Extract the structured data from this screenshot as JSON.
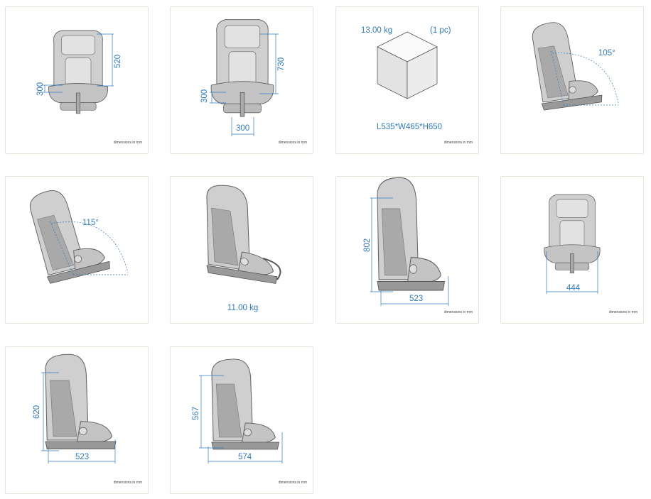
{
  "colors": {
    "dimension": "#2f7bc4",
    "seat_fill": "#c9c9c9",
    "seat_stroke": "#666666",
    "card_border": "#e6e4d8"
  },
  "dimensions_note": "dimensions in mm",
  "cards": [
    {
      "view": "front",
      "labels": {
        "height": "520",
        "seat": "300"
      }
    },
    {
      "view": "front-extended",
      "labels": {
        "height": "730",
        "seat": "300",
        "width": "300"
      }
    },
    {
      "view": "package",
      "labels": {
        "weight": "13.00 kg",
        "qty": "(1 pc)",
        "size": "L535*W465*H650"
      }
    },
    {
      "view": "side-recline",
      "labels": {
        "angle": "105°"
      }
    },
    {
      "view": "side-recline",
      "labels": {
        "angle": "115°"
      }
    },
    {
      "view": "perspective",
      "labels": {
        "weight": "11.00 kg"
      }
    },
    {
      "view": "side",
      "labels": {
        "height": "802",
        "depth": "523"
      }
    },
    {
      "view": "front",
      "labels": {
        "width": "444"
      }
    },
    {
      "view": "side",
      "labels": {
        "height": "620",
        "depth": "523"
      }
    },
    {
      "view": "side",
      "labels": {
        "height": "567",
        "depth": "574"
      }
    }
  ]
}
